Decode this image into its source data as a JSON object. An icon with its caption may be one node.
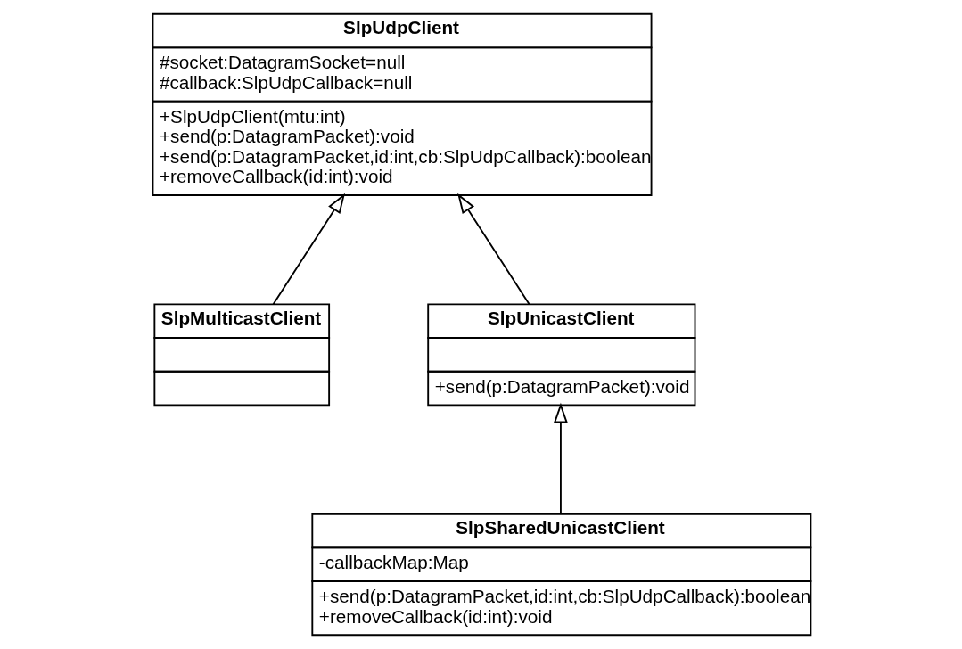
{
  "diagram": {
    "nodes": [
      {
        "text": [
          "SlpUdpClient",
          "#socket:DatagramSocket=null",
          "#callback:SlpUdpCallback=null",
          "+SlpUdpClient(mtu:int)",
          "+send(p:DatagramPacket):void",
          "+send(p:DatagramPacket,id:int,cb:SlpUdpCallback):boolean",
          "+removeCallback(id:int):void"
        ]
      },
      {
        "text": [
          "SlpMulticastClient"
        ]
      },
      {
        "text": [
          "SlpUnicastClient",
          "+send(p:DatagramPacket):void"
        ]
      },
      {
        "text": [
          "SlpSharedUnicastClient",
          "-callbackMap:Map",
          "+send(p:DatagramPacket,id:int,cb:SlpUdpCallback):boolean",
          "+removeCallback(id:int):void"
        ]
      }
    ],
    "edges": [
      {
        "from": 1,
        "to": 0,
        "arrow": "to"
      },
      {
        "from": 2,
        "to": 0,
        "arrow": "to"
      },
      {
        "from": 3,
        "to": 2,
        "arrow": "to"
      }
    ]
  }
}
